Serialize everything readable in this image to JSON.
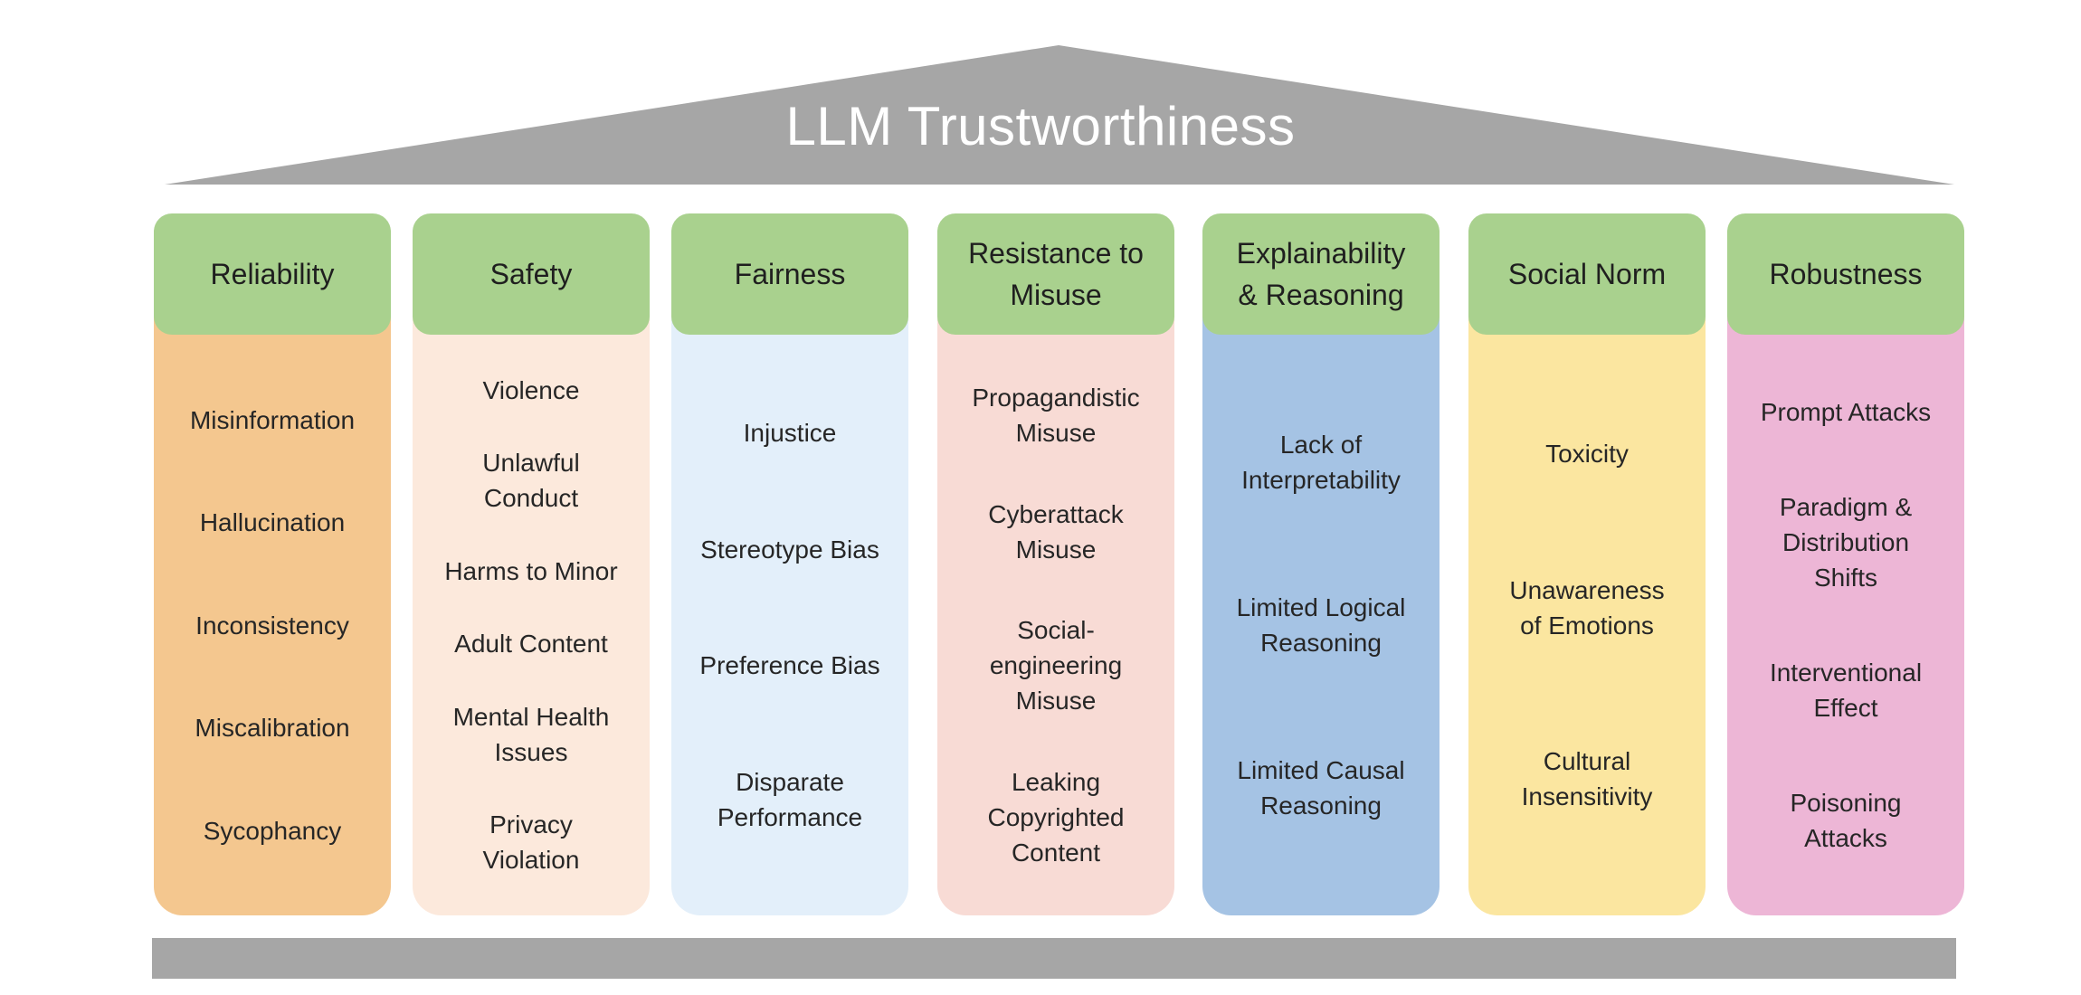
{
  "title": "LLM Trustworthiness",
  "colors": {
    "roof": "#a6a6a6",
    "header": "#a9d18e",
    "base": "#a6a6a6"
  },
  "pillars": [
    {
      "header": "Reliability",
      "color": "#f4c78f",
      "items": [
        "Misinformation",
        "Hallucination",
        "Inconsistency",
        "Miscalibration",
        "Sycophancy"
      ]
    },
    {
      "header": "Safety",
      "color": "#fce9dc",
      "items": [
        "Violence",
        "Unlawful\nConduct",
        "Harms to Minor",
        "Adult Content",
        "Mental Health\nIssues",
        "Privacy\nViolation"
      ]
    },
    {
      "header": "Fairness",
      "color": "#e3effa",
      "items": [
        "Injustice",
        "Stereotype Bias",
        "Preference Bias",
        "Disparate\nPerformance"
      ]
    },
    {
      "header": "Resistance to\nMisuse",
      "color": "#f8dbd5",
      "items": [
        "Propagandistic\nMisuse",
        "Cyberattack\nMisuse",
        "Social-\nengineering\nMisuse",
        "Leaking\nCopyrighted\nContent"
      ]
    },
    {
      "header": "Explainability\n& Reasoning",
      "color": "#a5c3e4",
      "items": [
        "Lack of\nInterpretability",
        "Limited Logical\nReasoning",
        "Limited Causal\nReasoning"
      ]
    },
    {
      "header": "Social Norm",
      "color": "#fbe6a0",
      "items": [
        "Toxicity",
        "Unawareness\nof Emotions",
        "Cultural\nInsensitivity"
      ]
    },
    {
      "header": "Robustness",
      "color": "#edb6d6",
      "items": [
        "Prompt Attacks",
        "Paradigm &\nDistribution\nShifts",
        "Interventional\nEffect",
        "Poisoning\nAttacks"
      ]
    }
  ]
}
